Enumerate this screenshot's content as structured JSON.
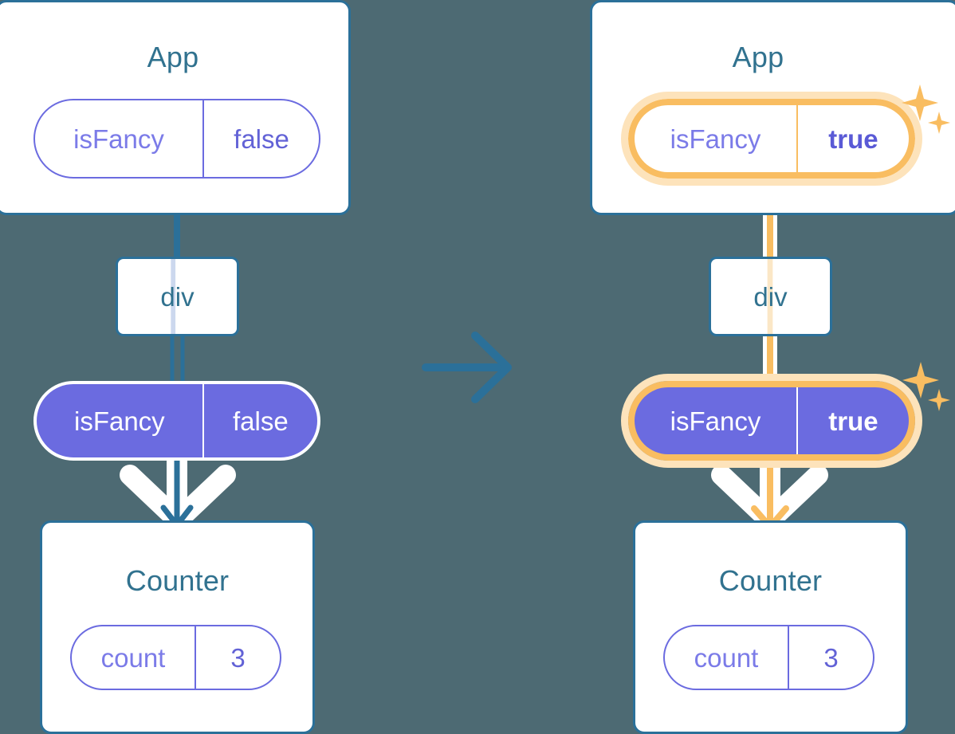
{
  "diagram": {
    "title": "React state update propagation",
    "type": "before-after-component-tree",
    "transition_arrow": "arrow-right-icon",
    "colors": {
      "background": "#4d6a73",
      "box_border": "#2b7099",
      "box_fill": "#ffffff",
      "title_text": "#31728f",
      "state_purple": "#6b6be0",
      "state_purple_light": "#7b7be8",
      "highlight_orange": "#f9bd61",
      "highlight_orange_glow": "#fde3bb",
      "connector_blue": "#2b7099",
      "connector_white": "#ffffff",
      "connector_blue_faded": "#ccd8ee",
      "connector_orange_faded": "#fbe7c6"
    }
  },
  "before": {
    "app": {
      "title": "App",
      "state": {
        "key": "isFancy",
        "value": "false",
        "highlighted": false,
        "filled": false
      }
    },
    "div": {
      "label": "div"
    },
    "prop": {
      "key": "isFancy",
      "value": "false",
      "highlighted": false,
      "filled": true
    },
    "counter": {
      "title": "Counter",
      "state": {
        "key": "count",
        "value": "3",
        "highlighted": false,
        "filled": false
      }
    }
  },
  "after": {
    "app": {
      "title": "App",
      "state": {
        "key": "isFancy",
        "value": "true",
        "highlighted": true,
        "filled": false
      }
    },
    "div": {
      "label": "div"
    },
    "prop": {
      "key": "isFancy",
      "value": "true",
      "highlighted": true,
      "filled": true
    },
    "counter": {
      "title": "Counter",
      "state": {
        "key": "count",
        "value": "3",
        "highlighted": false,
        "filled": false
      }
    }
  },
  "icons": {
    "sparkle_large": "sparkle-icon",
    "sparkle_small": "sparkle-small-icon",
    "transition": "arrow-right-icon",
    "render_arrow": "arrow-down-icon"
  }
}
